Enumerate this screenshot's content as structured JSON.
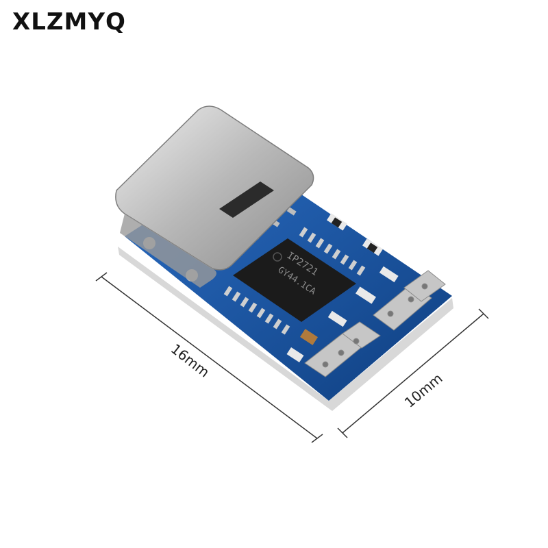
{
  "brand": {
    "name": "XLZMYQ"
  },
  "product": {
    "chip_marking_line1": "IP2721",
    "chip_marking_line2": "GY44.1CA"
  },
  "dimensions": {
    "length_label": "16mm",
    "width_label": "10mm"
  },
  "colors": {
    "pcb": "#1f5aa8",
    "connector_metal": "#c9c9c9",
    "chip": "#1b1b1b",
    "pads": "#bfbfbf"
  }
}
